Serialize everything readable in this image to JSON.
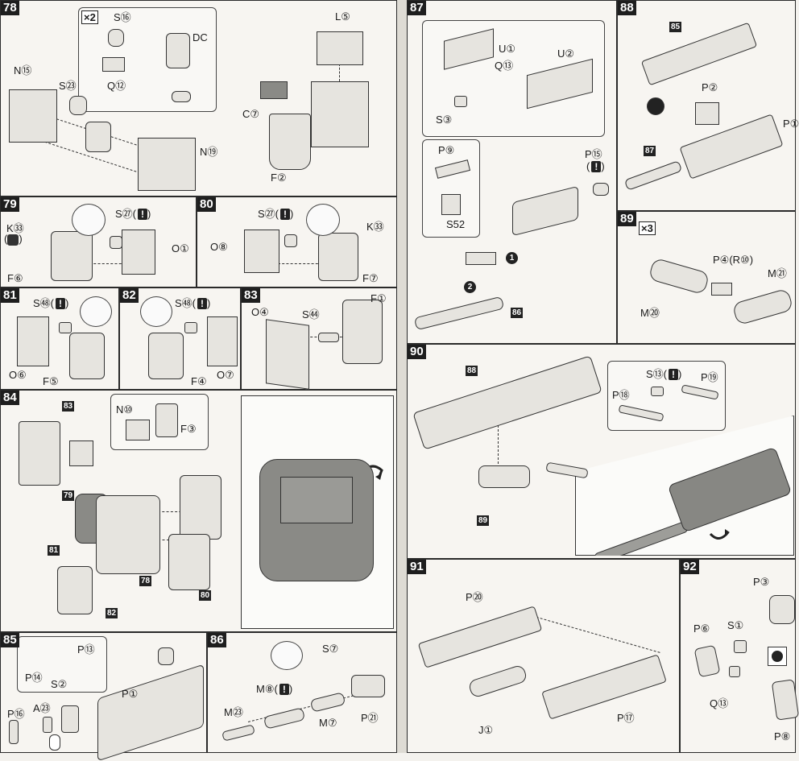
{
  "steps": {
    "s78": {
      "number": "78",
      "multiplier": "×2",
      "labels": [
        "S⑯",
        "DC",
        "Q⑫",
        "L⑤",
        "N⑮",
        "S㉓",
        "C⑦",
        "N⑲",
        "F②"
      ]
    },
    "s79": {
      "number": "79",
      "labels": [
        "S㉗(",
        "K㉝",
        "(",
        "O①",
        "F⑥"
      ]
    },
    "s80": {
      "number": "80",
      "labels": [
        "S㉗(",
        "K㉝",
        "O⑧",
        "F⑦"
      ]
    },
    "s81": {
      "number": "81",
      "labels": [
        "S㊽(",
        "O⑥",
        "F⑤"
      ]
    },
    "s82": {
      "number": "82",
      "labels": [
        "S㊽(",
        "F④",
        "O⑦"
      ]
    },
    "s83": {
      "number": "83",
      "labels": [
        "O④",
        "S㊹",
        "F①"
      ]
    },
    "s84": {
      "number": "84",
      "labels": [
        "N⑩",
        "F③"
      ],
      "tags": [
        "83",
        "79",
        "81",
        "78",
        "80",
        "82"
      ]
    },
    "s85": {
      "number": "85",
      "labels": [
        "P⑬",
        "P⑭",
        "S②",
        "P⑯",
        "A㉓",
        "P①"
      ]
    },
    "s86": {
      "number": "86",
      "labels": [
        "S⑦",
        "M⑧(",
        "M㉓",
        "M⑦",
        "P㉑"
      ]
    },
    "s87": {
      "number": "87",
      "labels": [
        "U①",
        "Q⑬",
        "U②",
        "S③",
        "P⑨",
        "S52",
        "P⑮"
      ],
      "tags": [
        "86"
      ],
      "steps_in_order": [
        "1",
        "2"
      ]
    },
    "s88": {
      "number": "88",
      "labels": [
        "P②",
        "P①"
      ],
      "tags": [
        "85",
        "87"
      ]
    },
    "s89": {
      "number": "89",
      "multiplier": "×3",
      "labels": [
        "P④(R⑩)",
        "M㉑",
        "M⑳"
      ]
    },
    "s90": {
      "number": "90",
      "labels": [
        "S⑬(",
        "P⑲",
        "P⑱"
      ],
      "tags": [
        "88",
        "89"
      ]
    },
    "s91": {
      "number": "91",
      "labels": [
        "P⑳",
        "J①",
        "P⑰"
      ]
    },
    "s92": {
      "number": "92",
      "labels": [
        "P③",
        "P⑥",
        "S①",
        "Q⑬",
        "P⑧"
      ]
    }
  },
  "warn_symbol": "!",
  "close_paren": ")"
}
